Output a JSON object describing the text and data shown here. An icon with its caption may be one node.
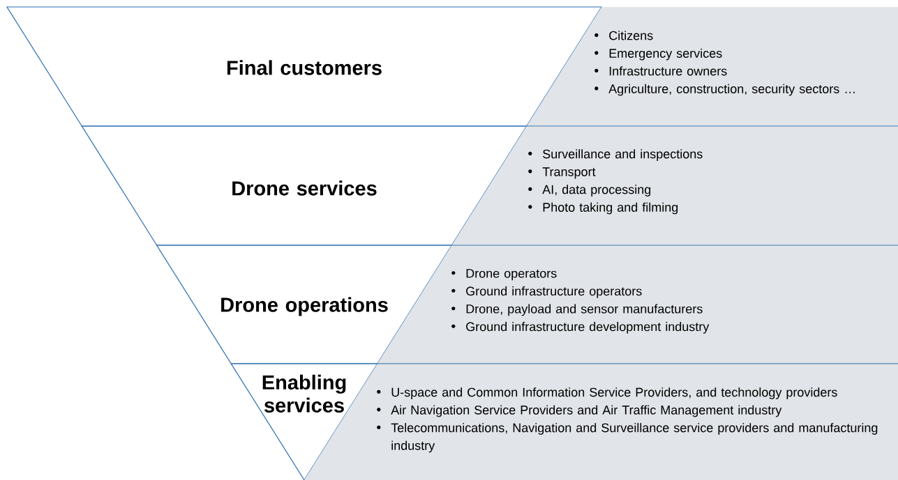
{
  "diagram": {
    "nodes": [
      {
        "text": [
          "Final customers"
        ]
      },
      {
        "text": [
          "Citizens",
          "Emergency services",
          "Infrastructure owners",
          "Agriculture, construction, security sectors …"
        ]
      },
      {
        "text": [
          "Drone services"
        ]
      },
      {
        "text": [
          "Surveillance and inspections",
          "Transport",
          "AI, data processing",
          "Photo taking and filming"
        ]
      },
      {
        "text": [
          "Drone operations"
        ]
      },
      {
        "text": [
          "Drone operators",
          "Ground infrastructure operators",
          "Drone, payload and sensor manufacturers",
          "Ground infrastructure development industry"
        ]
      },
      {
        "text": [
          "Enabling services"
        ]
      },
      {
        "text": [
          "U-space and Common Information Service Providers, and technology providers",
          "Air Navigation Service Providers and Air Traffic Management industry",
          "Telecommunications, Navigation and Surveillance service providers and manufacturing industry"
        ]
      }
    ]
  }
}
